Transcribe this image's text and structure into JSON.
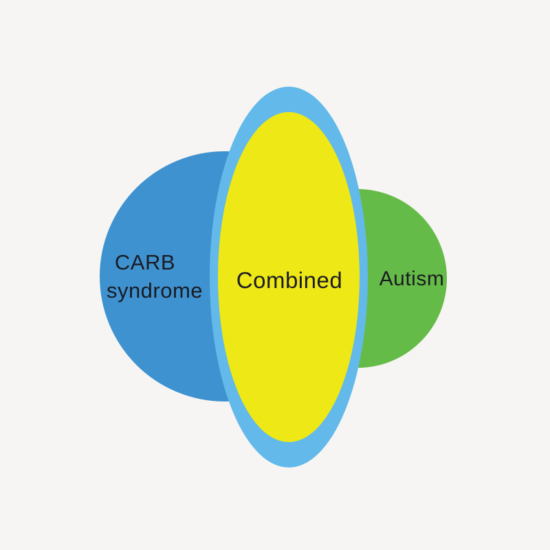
{
  "diagram": {
    "type": "venn-diagram",
    "background_color": "#f6f5f3",
    "text_color": "#1b1b23",
    "sets": [
      {
        "id": "carb-syndrome",
        "shape": "circle",
        "label": "CARB syndrome",
        "label_line1": "CARB",
        "label_line2": "syndrome",
        "color": "#3e92d0"
      },
      {
        "id": "combined",
        "shape": "ellipse",
        "label": "Combined",
        "ring_color": "#62b9ea",
        "fill_color": "#eee817"
      },
      {
        "id": "autism",
        "shape": "circle",
        "label": "Autism",
        "color": "#65bb48"
      }
    ]
  }
}
